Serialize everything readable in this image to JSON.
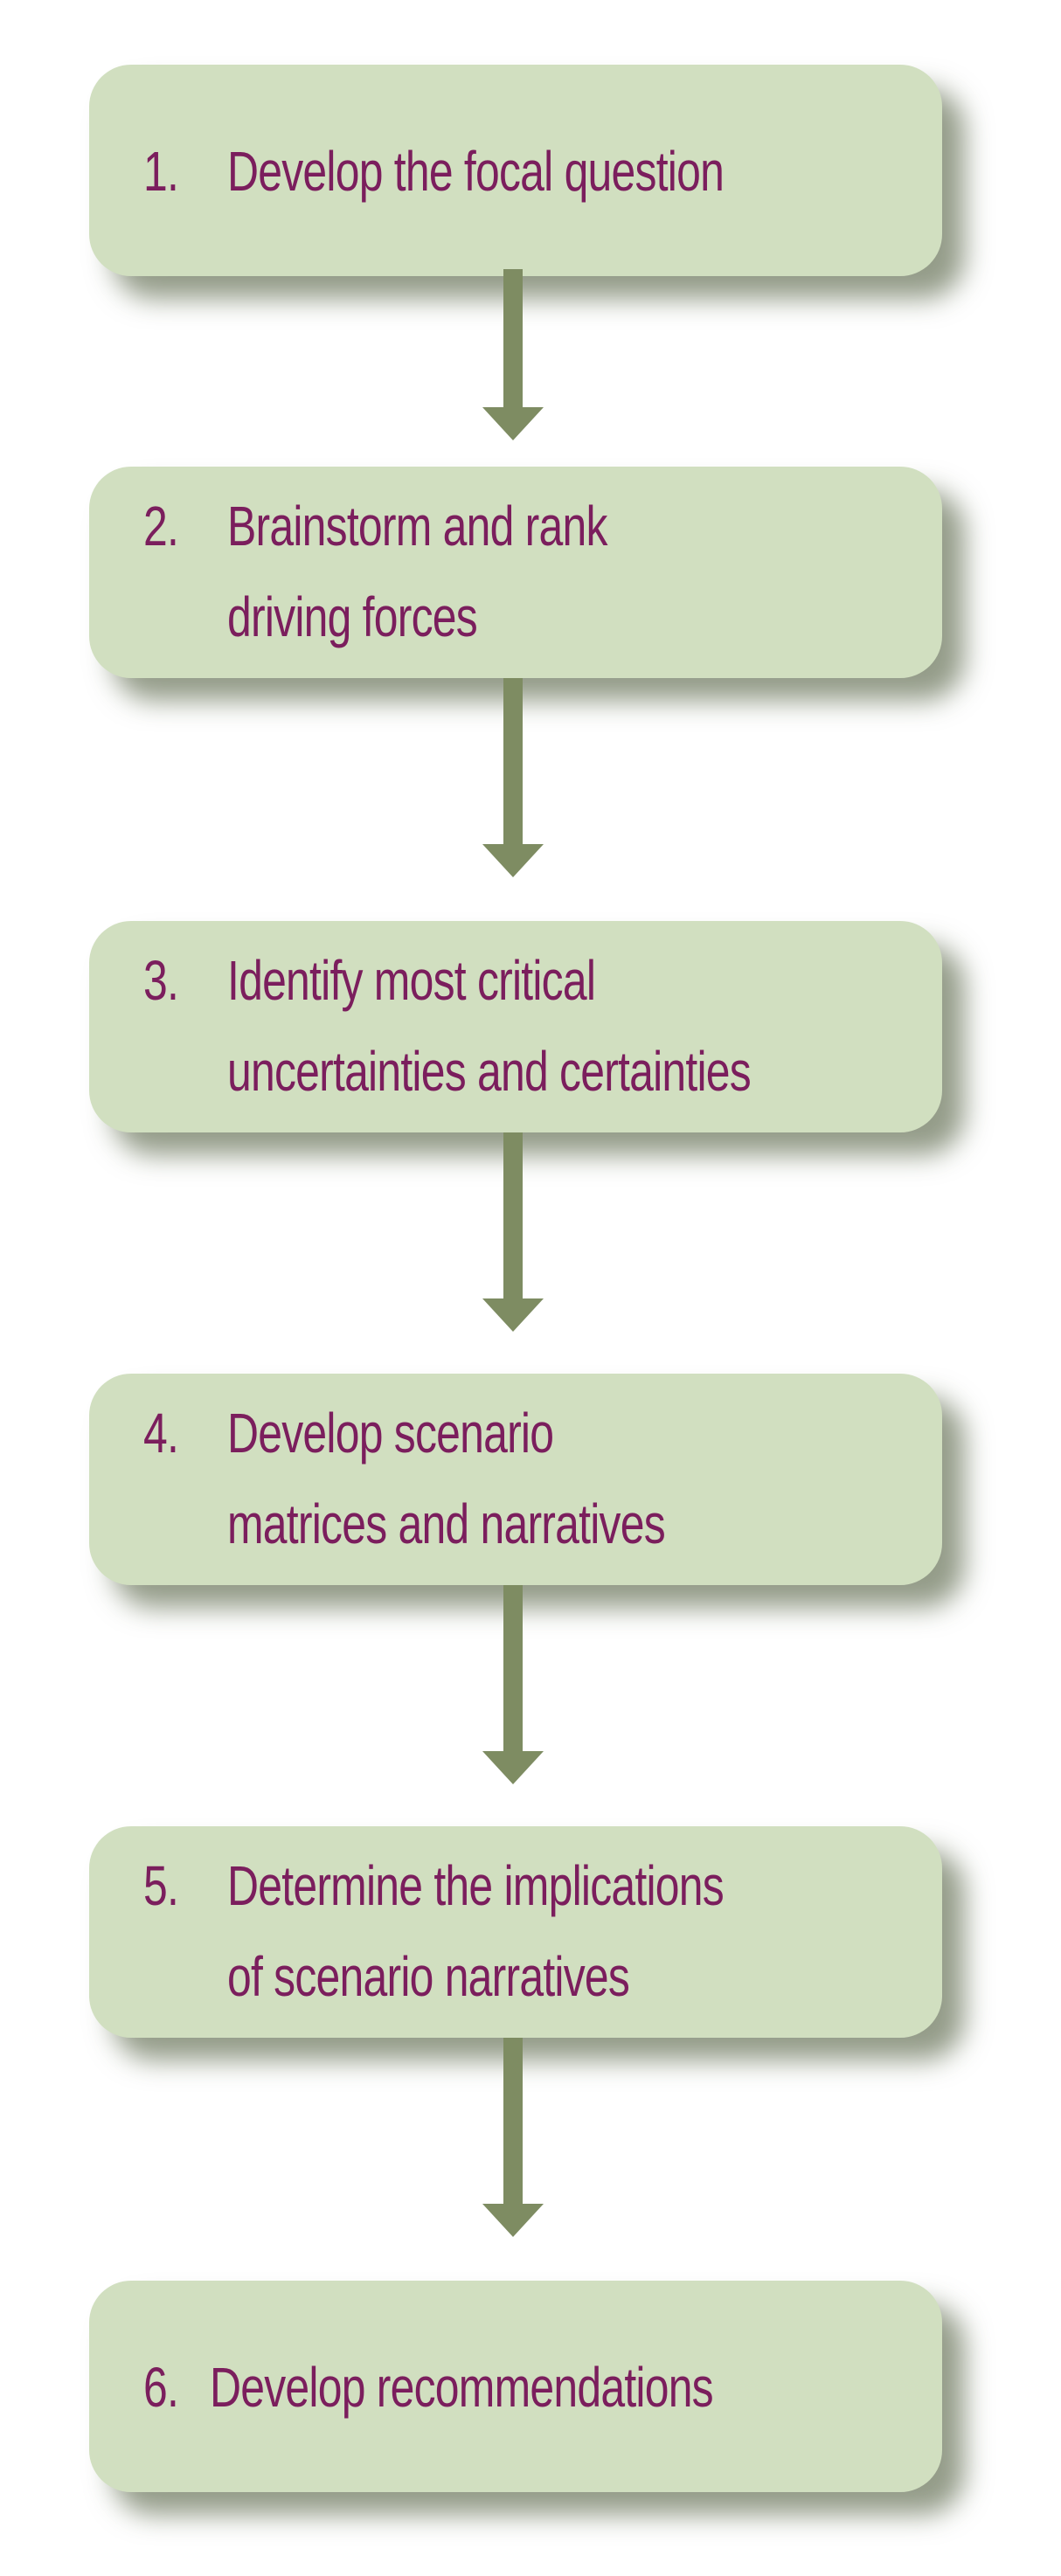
{
  "steps": [
    {
      "number": "1.",
      "lines": [
        "Develop the focal question"
      ]
    },
    {
      "number": "2.",
      "lines": [
        "Brainstorm and rank",
        "driving forces"
      ]
    },
    {
      "number": "3.",
      "lines": [
        "Identify most critical",
        "uncertainties and certainties"
      ]
    },
    {
      "number": "4.",
      "lines": [
        "Develop scenario",
        "matrices and narratives"
      ]
    },
    {
      "number": "5.",
      "lines": [
        "Determine the implications",
        "of scenario narratives"
      ]
    },
    {
      "number": "6.",
      "lines": [
        "Develop recommendations"
      ]
    }
  ],
  "colors": {
    "box_fill": "#d1dfc0",
    "text": "#7b1e5d",
    "arrow": "#7e8c62"
  }
}
